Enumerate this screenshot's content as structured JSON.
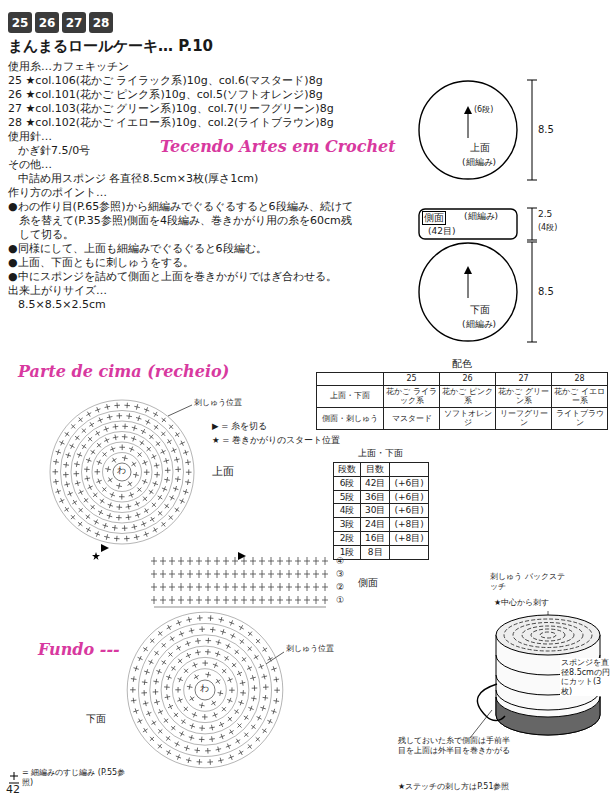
{
  "diagram": {
    "title": "まんまるロールケーキ… P.10",
    "nodes": [
      {
        "text": [
          "25"
        ]
      },
      {
        "text": [
          "26"
        ]
      },
      {
        "text": [
          "27"
        ]
      },
      {
        "text": [
          "28"
        ]
      },
      {
        "text": [
          "上面",
          "(細編み)"
        ]
      },
      {
        "text": [
          "側面",
          "(細編み)",
          "(42目)"
        ]
      },
      {
        "text": [
          "下面",
          "(細編み)"
        ]
      }
    ],
    "labels": [
      "使用糸…カフェキッチン",
      "25 ★col.106(花かご ライラック系)10g、col.6(マスタード)8g",
      "26 ★col.101(花かご ピンク系)10g、col.5(ソフトオレンジ)8g",
      "27 ★col.103(花かご グリーン系)10g、col.7(リーフグリーン)8g",
      "28 ★col.102(花かご イエロー系)10g、col.2(ライトブラウン)8g",
      "使用針…",
      "かぎ針7.5/0号",
      "その他…",
      "中詰め用スポンジ 各直径8.5cm×3枚(厚さ1cm)",
      "作り方のポイント…",
      "●わの作り目(P.65参照)から細編みでぐるぐるすると6段編み、続けて糸を替えて(P.35参照)側面を4段編み、巻きかがり用の糸を60cm残して切る。",
      "●同様にして、上面も細編みでぐるぐると6段編む。",
      "●上面、下面ともに刺しゅうをする。",
      "●中にスポンジを詰めて側面と上面を巻きかがりではぎ合わせる。",
      "出来上がりサイズ…",
      "8.5×8.5×2.5cm",
      "Tecendo Artes em Crochet",
      "Parte de cima (recheio)",
      "Fundo ---",
      "8.5",
      "(6段)",
      "2.5",
      "(4段)",
      "8.5",
      "配色",
      "25",
      "26",
      "27",
      "28",
      "上面・下面",
      "花かご ライラック系",
      "花かご ピンク系",
      "花かご グリーン系",
      "花かご イエロー系",
      "側面・刺しゅう",
      "マスタード",
      "ソフトオレンジ",
      "リーフグリーン",
      "ライトブラウン",
      "刺しゅう位置",
      "▶ = 糸を切る",
      "★ = 巻きかがりのスタート位置",
      "上面",
      "わ",
      "上面・下面",
      "段数",
      "目数",
      "6段",
      "42目",
      "(+6目)",
      "5段",
      "36目",
      "(+6目)",
      "4段",
      "30目",
      "(+6目)",
      "3段",
      "24目",
      "(+8目)",
      "2段",
      "16目",
      "(+8目)",
      "1段",
      "8目",
      "④",
      "③",
      "②",
      "①",
      "側面",
      "刺しゅう位置",
      "わ",
      "下面",
      "= 細編みのすじ編み (P.55参照)",
      "刺しゅう バックステッチ",
      "★中心から刺す",
      "スポンジを直径8.5cmの円にカット(3枚)",
      "残しておいた糸で側面は手前半目を上面は外半目を巻きかがる",
      "★ステッチの刺し方はP.51参照",
      "42"
    ]
  }
}
